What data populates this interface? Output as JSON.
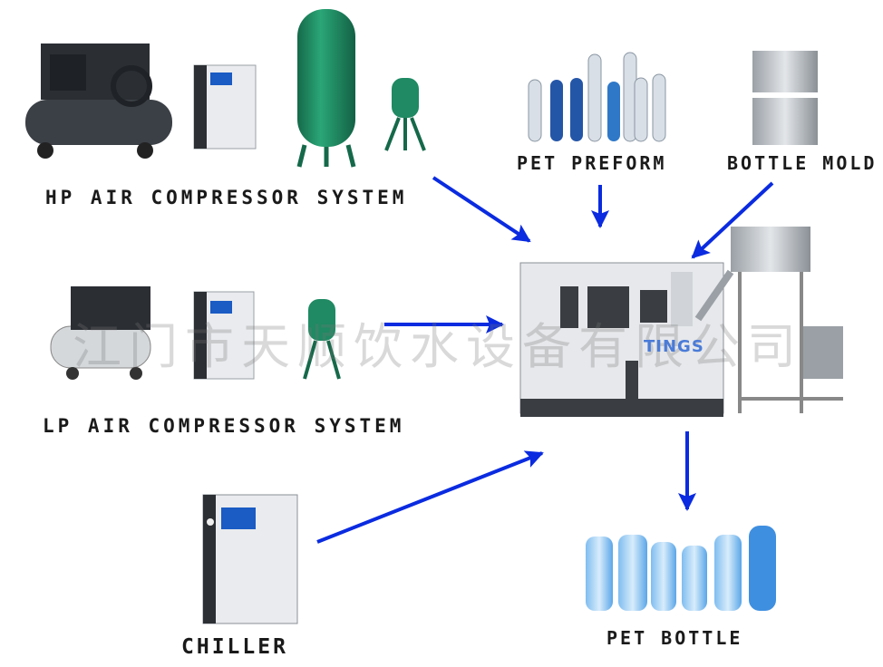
{
  "labels": {
    "hp_system": "HP AIR COMPRESSOR SYSTEM",
    "lp_system": "LP AIR COMPRESSOR SYSTEM",
    "pet_preform": "PET PREFORM",
    "bottle_mold": "BOTTLE MOLD",
    "chiller": "CHILLER",
    "pet_bottle": "PET BOTTLE"
  },
  "watermark": "江门市天顺饮水设备有限公司",
  "brand": "TINGS",
  "colors": {
    "arrow": "#0a2be0",
    "machine_body": "#e6e8eb",
    "machine_dark": "#3a3d42",
    "tank_green": "#1f8a63",
    "preform_blue": "#2456a8",
    "bottle_blue": "#5aa6e8"
  }
}
